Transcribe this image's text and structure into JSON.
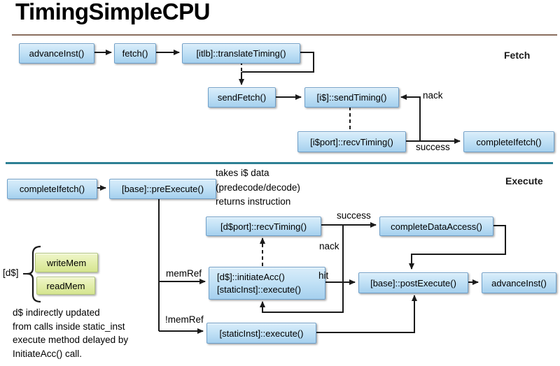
{
  "title": "TimingSimpleCPU",
  "fetch": {
    "section_label": "Fetch",
    "advance_inst": "advanceInst()",
    "fetch_fn": "fetch()",
    "itlb_translate": "[itlb]::translateTiming()",
    "send_fetch": "sendFetch()",
    "icache_send_timing": "[i$]::sendTiming()",
    "icache_port_recv_timing": "[i$port]::recvTiming()",
    "complete_ifetch": "completeIfetch()",
    "nack_label": "nack",
    "success_label": "success"
  },
  "execute": {
    "section_label": "Execute",
    "complete_ifetch": "completeIfetch()",
    "pre_execute": "[base]::preExecute()",
    "pre_execute_note": [
      "takes i$ data",
      "(predecode/decode)",
      "returns instruction"
    ],
    "dcache_port_recv_timing": "[d$port]::recvTiming()",
    "complete_data_access": "completeDataAccess()",
    "initiate_acc_line1": "[d$]::initiateAcc()",
    "initiate_acc_line2": "[staticInst]::execute()",
    "post_execute": "[base]::postExecute()",
    "advance_inst": "advanceInst()",
    "static_inst_execute": "[staticInst]::execute()",
    "success_label": "success",
    "nack_label": "nack",
    "hit_label": "hit",
    "mem_ref_label": "memRef",
    "not_mem_ref_label": "!memRef",
    "dcache_label": "[d$]",
    "write_mem": "writeMem",
    "read_mem": "readMem",
    "dcache_note": [
      "d$ indirectly updated",
      "from calls inside static_inst",
      "execute method delayed by",
      "InitiateAcc() call."
    ]
  },
  "colors": {
    "box_border": "#6f9fc8",
    "box_fill_top": "#d9edfa",
    "box_fill_bottom": "#a5d0ee",
    "green_border": "#b2c67c",
    "green_fill": "#e4efae",
    "divider_teal": "#2d8094",
    "title_rule_brown": "#8a6e5e",
    "arrow_black": "#1a1a1a"
  }
}
